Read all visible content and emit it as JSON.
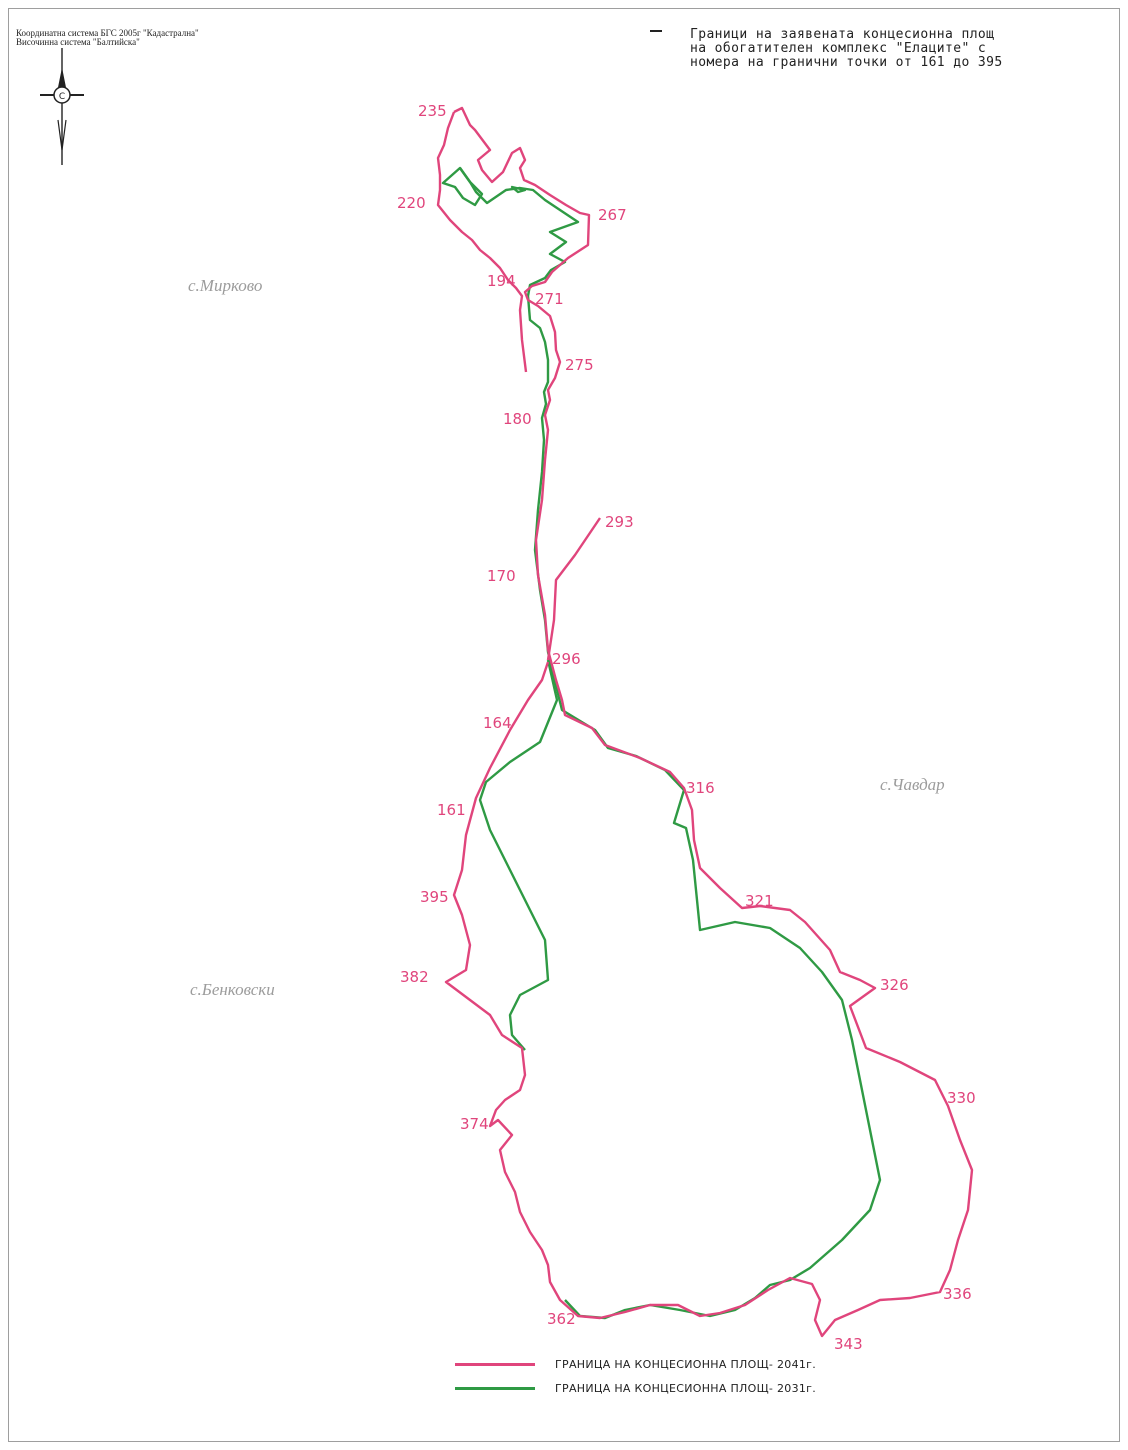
{
  "header": {
    "dash": "–",
    "lines": [
      "Граници на заявената концесионна площ",
      "на обогатителен комплекс \"Елаците\" с",
      "номера на гранични точки от 161 до 395"
    ]
  },
  "coordinate_note": {
    "line1": "Координатна система БГС 2005г \"Кадастрална\"",
    "line2": "Височинна система \"Балтийска\""
  },
  "north_arrow": {
    "label": "С"
  },
  "villages": {
    "mirkovo": "с.Мирково",
    "chavdar": "с.Чавдар",
    "benkovski": "с.Бенковски"
  },
  "points": {
    "p235": "235",
    "p220": "220",
    "p267": "267",
    "p194": "194",
    "p271": "271",
    "p275": "275",
    "p180": "180",
    "p293": "293",
    "p170": "170",
    "p296": "296",
    "p164": "164",
    "p316": "316",
    "p161": "161",
    "p395": "395",
    "p321": "321",
    "p382": "382",
    "p326": "326",
    "p330": "330",
    "p374": "374",
    "p336": "336",
    "p362": "362",
    "p343": "343"
  },
  "legend": {
    "pink_label": "ГРАНИЦА НА КОНЦЕСИОННА ПЛОЩ- 2041г.",
    "green_label": "ГРАНИЦА НА КОНЦЕСИОННА ПЛОЩ- 2031г."
  },
  "colors": {
    "boundary_2041": "#e0457c",
    "boundary_2031": "#2f9a44"
  }
}
